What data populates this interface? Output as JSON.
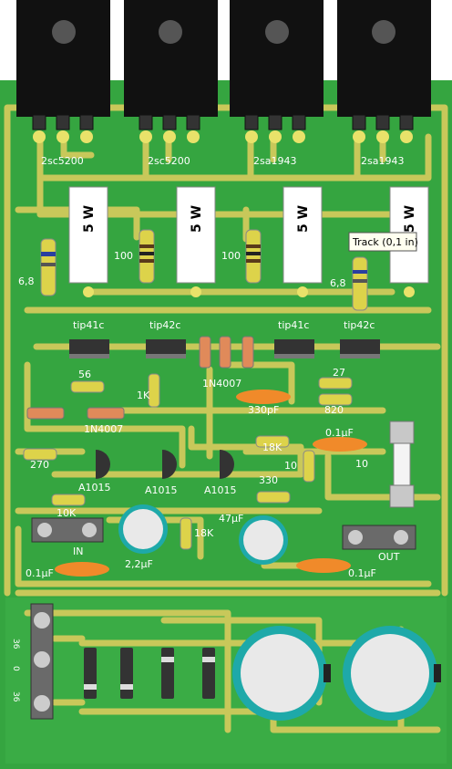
{
  "colors": {
    "board": "#35a540",
    "track": "#c8c85a",
    "pad": "#e9e26a",
    "cap_ring": "#1ea9a9"
  },
  "transistors_power": [
    "2sc5200",
    "2sc5200",
    "2sa1943",
    "2sa1943"
  ],
  "resistor_5w": "5 W",
  "drivers": [
    "tip41c",
    "tip42c",
    "tip41c",
    "tip42c"
  ],
  "small_transistors": [
    "A1015",
    "A1015",
    "A1015"
  ],
  "labels": {
    "r100a": "100",
    "r100b": "100",
    "r68a": "6,8",
    "r68b": "6,8",
    "r56": "56",
    "r1k": "1K",
    "d1": "1N4007",
    "d2": "1N4007",
    "r27": "27",
    "r820": "820",
    "c330p": "330pF",
    "r18k": "18K",
    "c01": "0.1µF",
    "r10a": "10",
    "r10b": "10",
    "r270": "270",
    "r330": "330",
    "r10k": "10K",
    "r18kb": "18K",
    "c47": "47µF",
    "c22": "2,2µF",
    "in": "IN",
    "out": "OUT",
    "c01b": "0.1µF",
    "c01c": "0.1µF"
  },
  "power_pins": [
    "36",
    "0",
    "36"
  ],
  "tooltip": "Track (0,1 in)"
}
